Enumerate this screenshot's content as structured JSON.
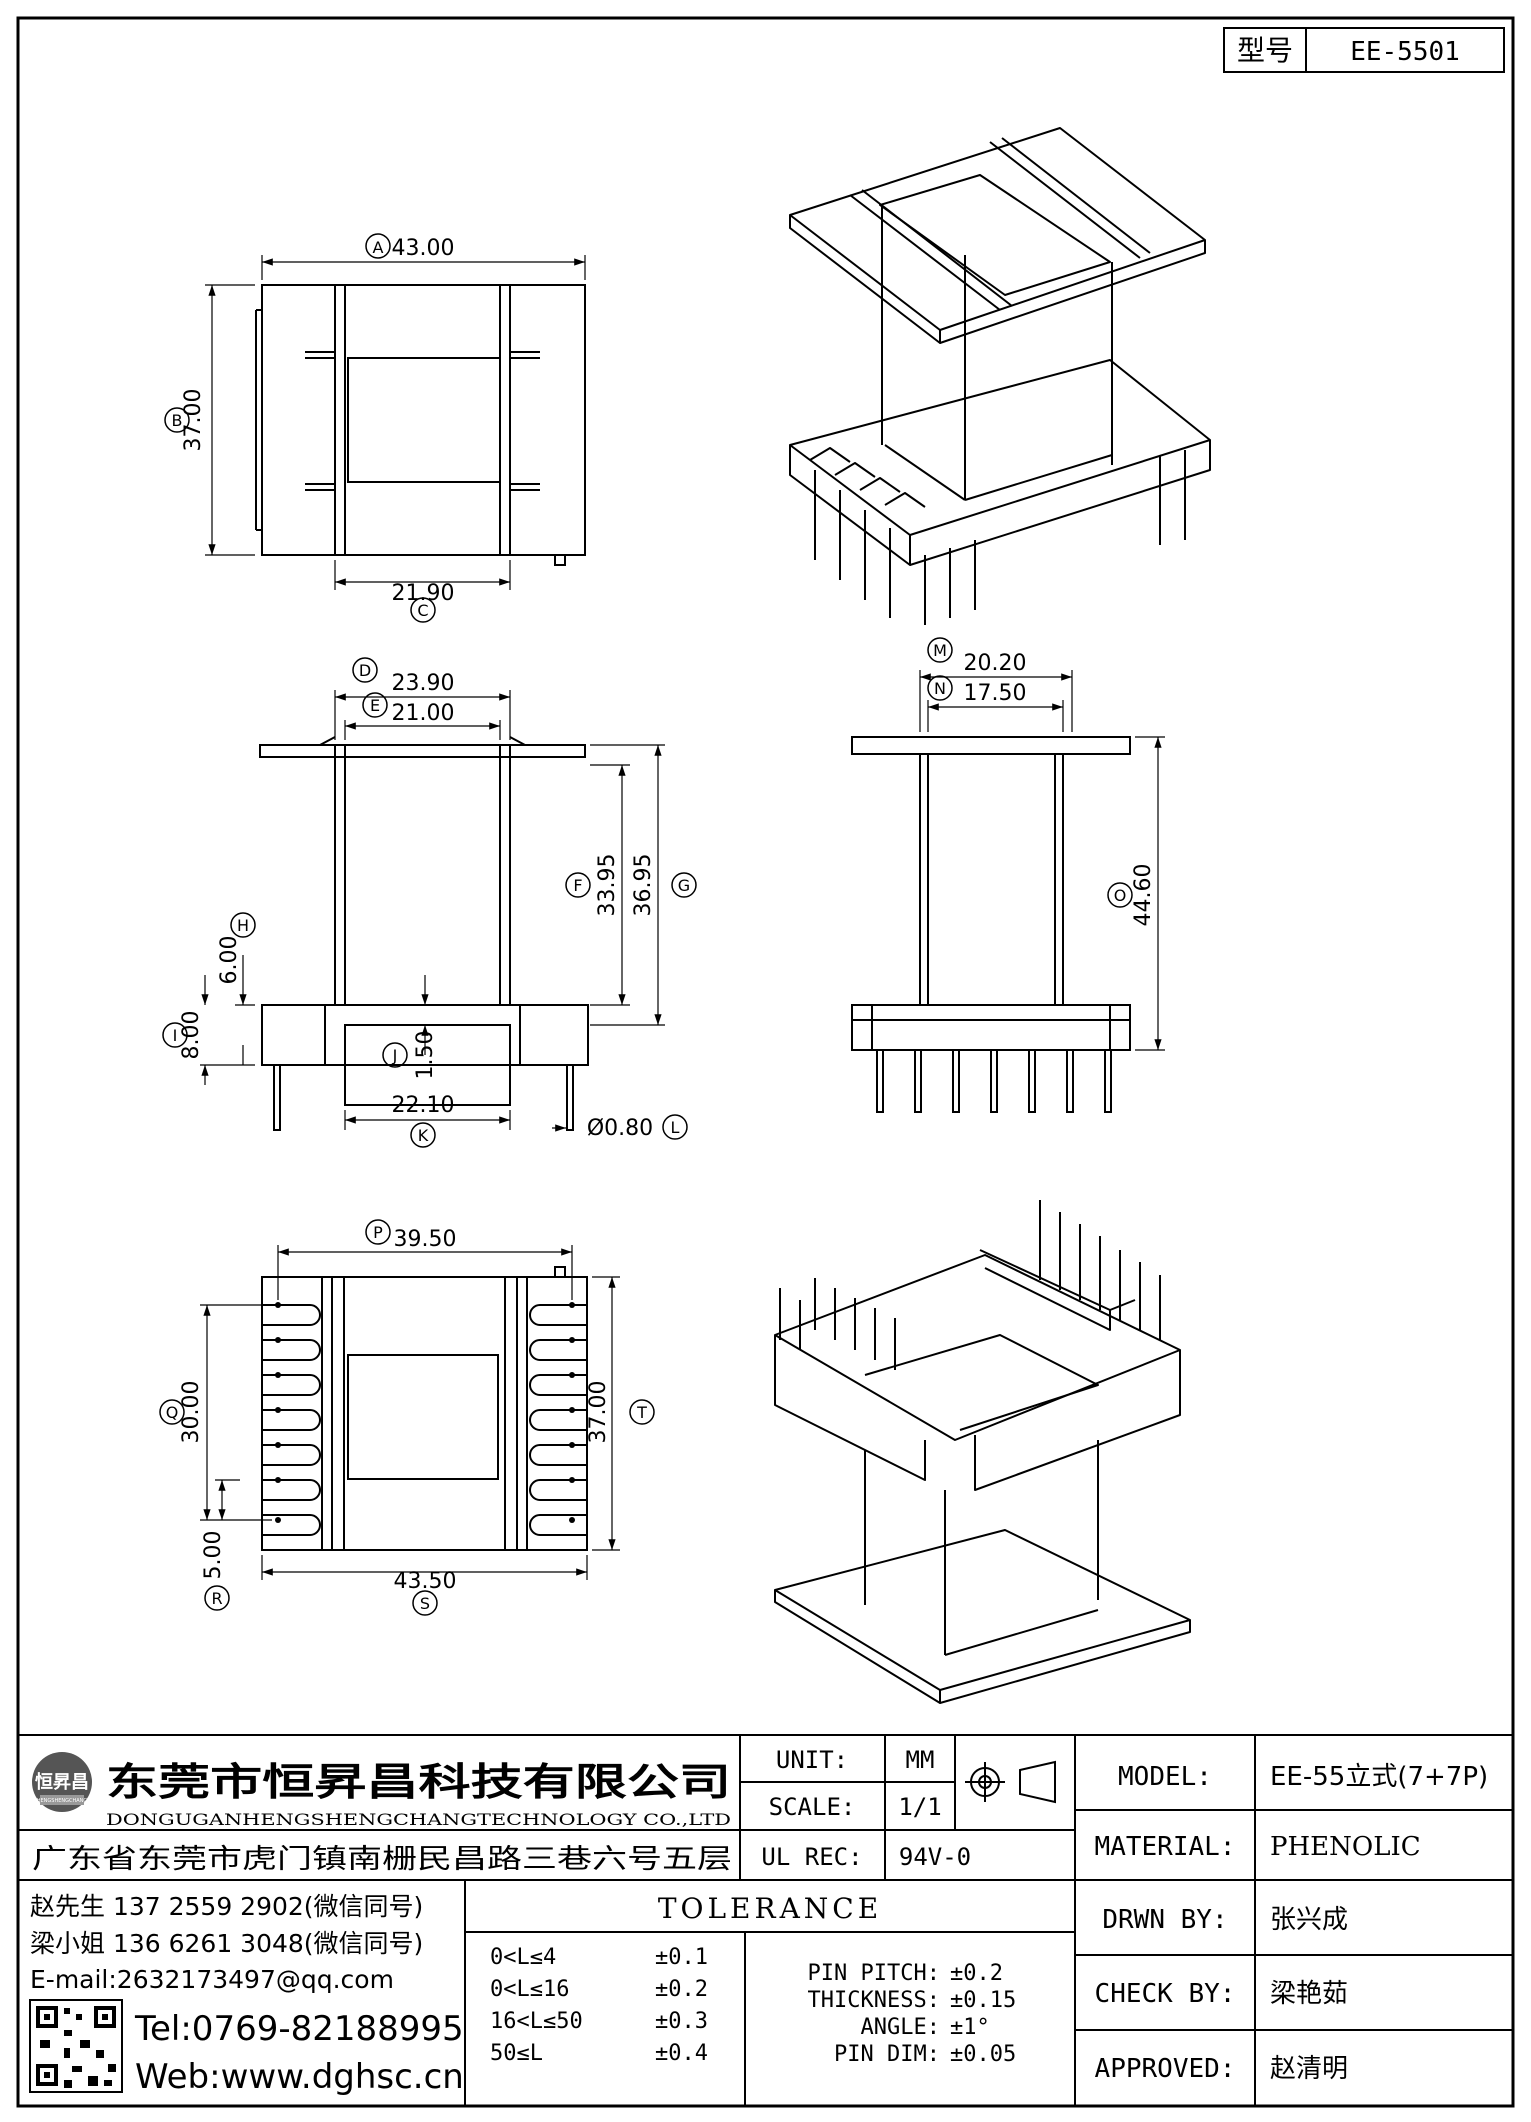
{
  "header": {
    "type_label": "型号",
    "model_no": "EE-5501"
  },
  "dims": {
    "A": "43.00",
    "B": "37.00",
    "C": "21.90",
    "D": "23.90",
    "E": "21.00",
    "F": "33.95",
    "G": "36.95",
    "H": "6.00",
    "I": "8.00",
    "J": "1.50",
    "K": "22.10",
    "L": "Ø0.80",
    "M": "20.20",
    "N": "17.50",
    "O": "44.60",
    "P": "39.50",
    "Q": "30.00",
    "R": "5.00",
    "S": "43.50",
    "T": "37.00"
  },
  "letters": {
    "A": "A",
    "B": "B",
    "C": "C",
    "D": "D",
    "E": "E",
    "F": "F",
    "G": "G",
    "H": "H",
    "I": "I",
    "J": "J",
    "K": "K",
    "L": "L",
    "M": "M",
    "N": "N",
    "O": "O",
    "P": "P",
    "Q": "Q",
    "R": "R",
    "S": "S",
    "T": "T"
  },
  "company": {
    "logo_text": "恒昇昌",
    "logo_sub": "HENGSHENGCHANG",
    "name_cn": "东莞市恒昇昌科技有限公司",
    "name_en": "DONGUGANHENGSHENGCHANGTECHNOLOGY CO.,LTD",
    "address": "广东省东莞市虎门镇南栅民昌路三巷六号五层",
    "contact1": "赵先生 137 2559 2902(微信同号)",
    "contact2": "梁小姐 136 6261 3048(微信同号)",
    "email": "E-mail:2632173497@qq.com",
    "tel": "Tel:0769-82188995",
    "web": "Web:www.dghsc.cn"
  },
  "spec": {
    "unit_label": "UNIT:",
    "unit": "MM",
    "scale_label": "SCALE:",
    "scale": "1/1",
    "ul_label": "UL REC:",
    "ul": "94V-0",
    "model_label": "MODEL:",
    "model": "EE-55立式(7+7P)",
    "material_label": "MATERIAL:",
    "material": "PHENOLIC",
    "drwn_label": "DRWN BY:",
    "drwn": "张兴成",
    "check_label": "CHECK BY:",
    "check": "梁艳茹",
    "approved_label": "APPROVED:",
    "approved": "赵清明"
  },
  "tolerance": {
    "title": "TOLERANCE",
    "rows": [
      {
        "range": "0<L≤4",
        "value": "±0.1"
      },
      {
        "range": "0<L≤16",
        "value": "±0.2"
      },
      {
        "range": "16<L≤50",
        "value": "±0.3"
      },
      {
        "range": "50≤L",
        "value": "±0.4"
      }
    ],
    "extra": [
      {
        "label": "PIN PITCH:",
        "value": "±0.2"
      },
      {
        "label": "THICKNESS:",
        "value": "±0.15"
      },
      {
        "label": "ANGLE:",
        "value": "±1°"
      },
      {
        "label": "PIN DIM:",
        "value": "±0.05"
      }
    ]
  }
}
